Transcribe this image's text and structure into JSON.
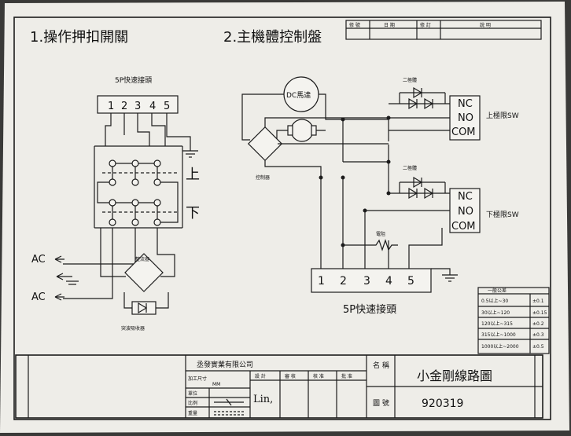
{
  "sections": {
    "operation_switch_title": "1.操作押扣開關",
    "main_control_title": "2.主機體控制盤"
  },
  "revision_table": {
    "headers": [
      "修 號",
      "日 期",
      "修 訂",
      "說 明"
    ]
  },
  "left_diagram": {
    "connector_title": "5P快速接頭",
    "connector_pins": [
      "1",
      "2",
      "3",
      "4",
      "5"
    ],
    "up_label": "上",
    "down_label": "下",
    "ac_top": "AC",
    "ac_bottom": "AC",
    "bridge_label": "整流器",
    "snubber_label": "突波吸收器"
  },
  "right_diagram": {
    "motor_label": "DC馬達",
    "bridge_label": "控制器",
    "diode_top_label": "二極體",
    "diode_bottom_label": "二極體",
    "upper_limit": {
      "nc": "NC",
      "no": "NO",
      "com": "COM",
      "name": "上極限SW"
    },
    "lower_limit": {
      "nc": "NC",
      "no": "NO",
      "com": "COM",
      "name": "下極限SW"
    },
    "resistor_label": "電阻",
    "connector_pins": [
      "1",
      "2",
      "3",
      "4",
      "5"
    ],
    "connector_title": "5P快速接頭"
  },
  "tolerance_table": {
    "header": "一般公差",
    "rows": [
      {
        "range": "0.5以上~30",
        "tol": "±0.1"
      },
      {
        "range": "30以上~120",
        "tol": "±0.15"
      },
      {
        "range": "120以上~315",
        "tol": "±0.2"
      },
      {
        "range": "315以上~1000",
        "tol": "±0.3"
      },
      {
        "range": "1000以上~2000",
        "tol": "±0.5"
      }
    ]
  },
  "title_block": {
    "company": "丞發實業有限公司",
    "row_labels": [
      "加工尺寸",
      "單位",
      "比例",
      "重量"
    ],
    "unit_label": "MM",
    "columns": [
      "設 計",
      "審 核",
      "核 准",
      "批 准"
    ],
    "designer": "Lin,",
    "name_label": "名 稱",
    "drawing_name": "小金剛線路圖",
    "number_label": "圖 號",
    "drawing_number": "920319"
  }
}
